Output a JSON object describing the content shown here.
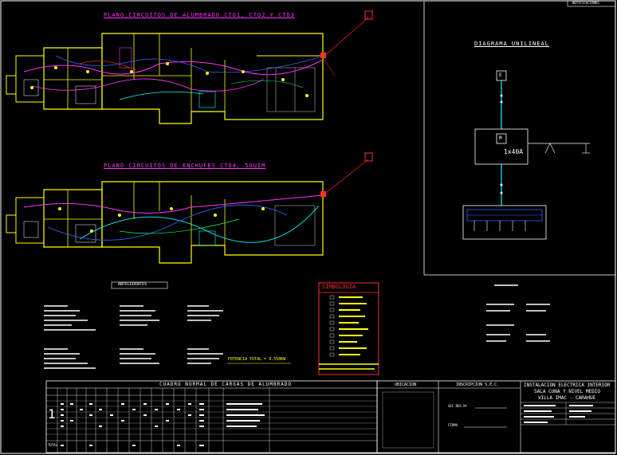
{
  "drawing": {
    "title_lighting": "PLANO CIRCUITOS DE ALUMBRADO CTO1, CTO2 Y CTO3",
    "title_outlets": "PLANO CIRCUITOS DE ENCHUFES CTO4, 5GUIM",
    "unifilar_title": "DIAGRAMA UNILINEAL",
    "top_right_tag": "NOTIFICACIONES",
    "unifilar_box_e": "E",
    "unifilar_box_m": "M",
    "breaker_label": "1x40A",
    "symbology_title": "SIMBOLOGIA",
    "antecedents": "ANTECEDENTES",
    "total_power": "POTENCIA TOTAL = 9.550KW",
    "load_table_title": "CUADRO  NORMAL  DE  CARGAS  DE  ALUMBRADO",
    "load_table_row_number": "1",
    "location_header": "UBICACION",
    "sec_header": "INSCRIPCION S.E.C.",
    "sec_field_1": "SEC REG Nº",
    "sec_field_2": "FIRMA",
    "project_line_1": "INSTALACION ELECTRICA INTERIOR",
    "project_line_2": "SALA CUNA Y NIVEL MEDIO",
    "project_line_3": "VILLA IMAC - CARAHUE",
    "total_label": "TOTAL"
  },
  "colors": {
    "walls": "#ffff00",
    "circuits": "#ff33ff",
    "feeders": "#00ffff",
    "outlets": "#3366ff",
    "accent": "#ff3030",
    "lines": "#ffffff"
  }
}
